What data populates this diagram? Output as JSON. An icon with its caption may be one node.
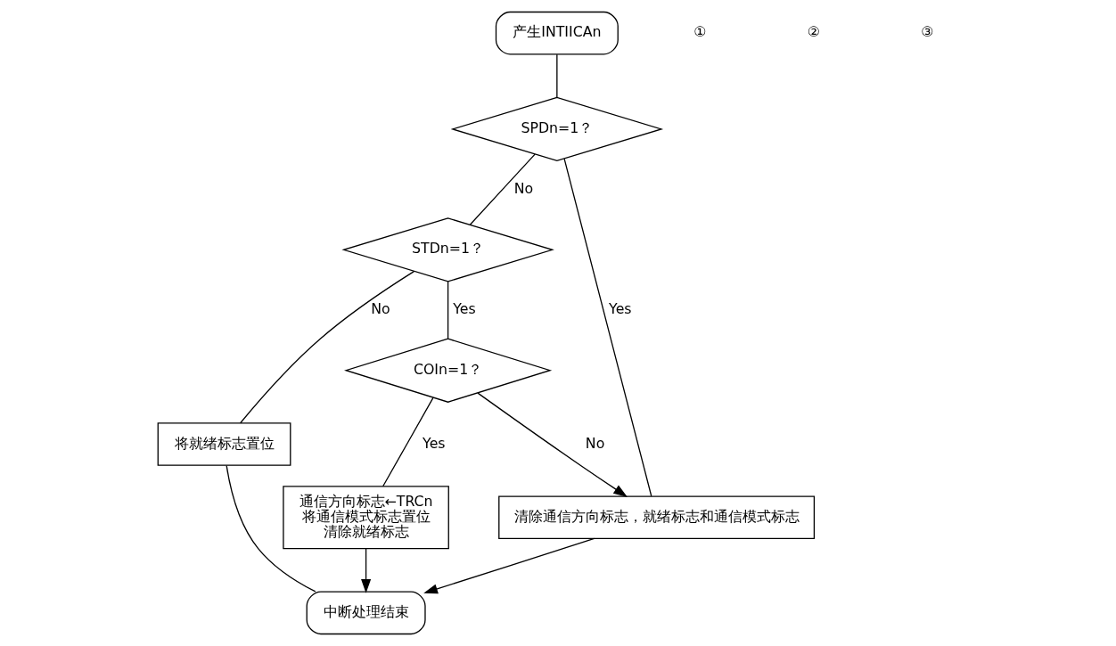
{
  "diagram": {
    "nodes": [
      {
        "text": [
          "产生INTIICAn"
        ]
      },
      {
        "text": [
          "SPDn=1？"
        ]
      },
      {
        "text": [
          "STDn=1？"
        ]
      },
      {
        "text": [
          "将就绪标志置位"
        ]
      },
      {
        "text": [
          "COIn=1？"
        ]
      },
      {
        "text": [
          "通信方向标志←TRCn",
          "将通信模式标志置位",
          "清除就绪标志"
        ]
      },
      {
        "text": [
          "清除通信方向标志，就绪标志和通信模式标志"
        ]
      },
      {
        "text": [
          "中断处理结束"
        ]
      }
    ],
    "edges": [
      {
        "from": 0,
        "to": 1,
        "arrow": "none"
      },
      {
        "from": 1,
        "to": 6,
        "arrow": "none",
        "label": "Yes"
      },
      {
        "from": 1,
        "to": 2,
        "arrow": "none",
        "label": "No"
      },
      {
        "from": 2,
        "to": 4,
        "arrow": "none",
        "label": "Yes"
      },
      {
        "from": 2,
        "to": 3,
        "arrow": "none",
        "label": "No"
      },
      {
        "from": 4,
        "to": 6,
        "arrow": "to",
        "label": "No"
      },
      {
        "from": 4,
        "to": 5,
        "arrow": "none",
        "label": "Yes"
      },
      {
        "from": 3,
        "to": 7,
        "arrow": "none"
      },
      {
        "from": 5,
        "to": 7,
        "arrow": "to"
      },
      {
        "from": 6,
        "to": 7,
        "arrow": "to"
      }
    ],
    "labels": [
      "①",
      "②",
      "③"
    ]
  }
}
